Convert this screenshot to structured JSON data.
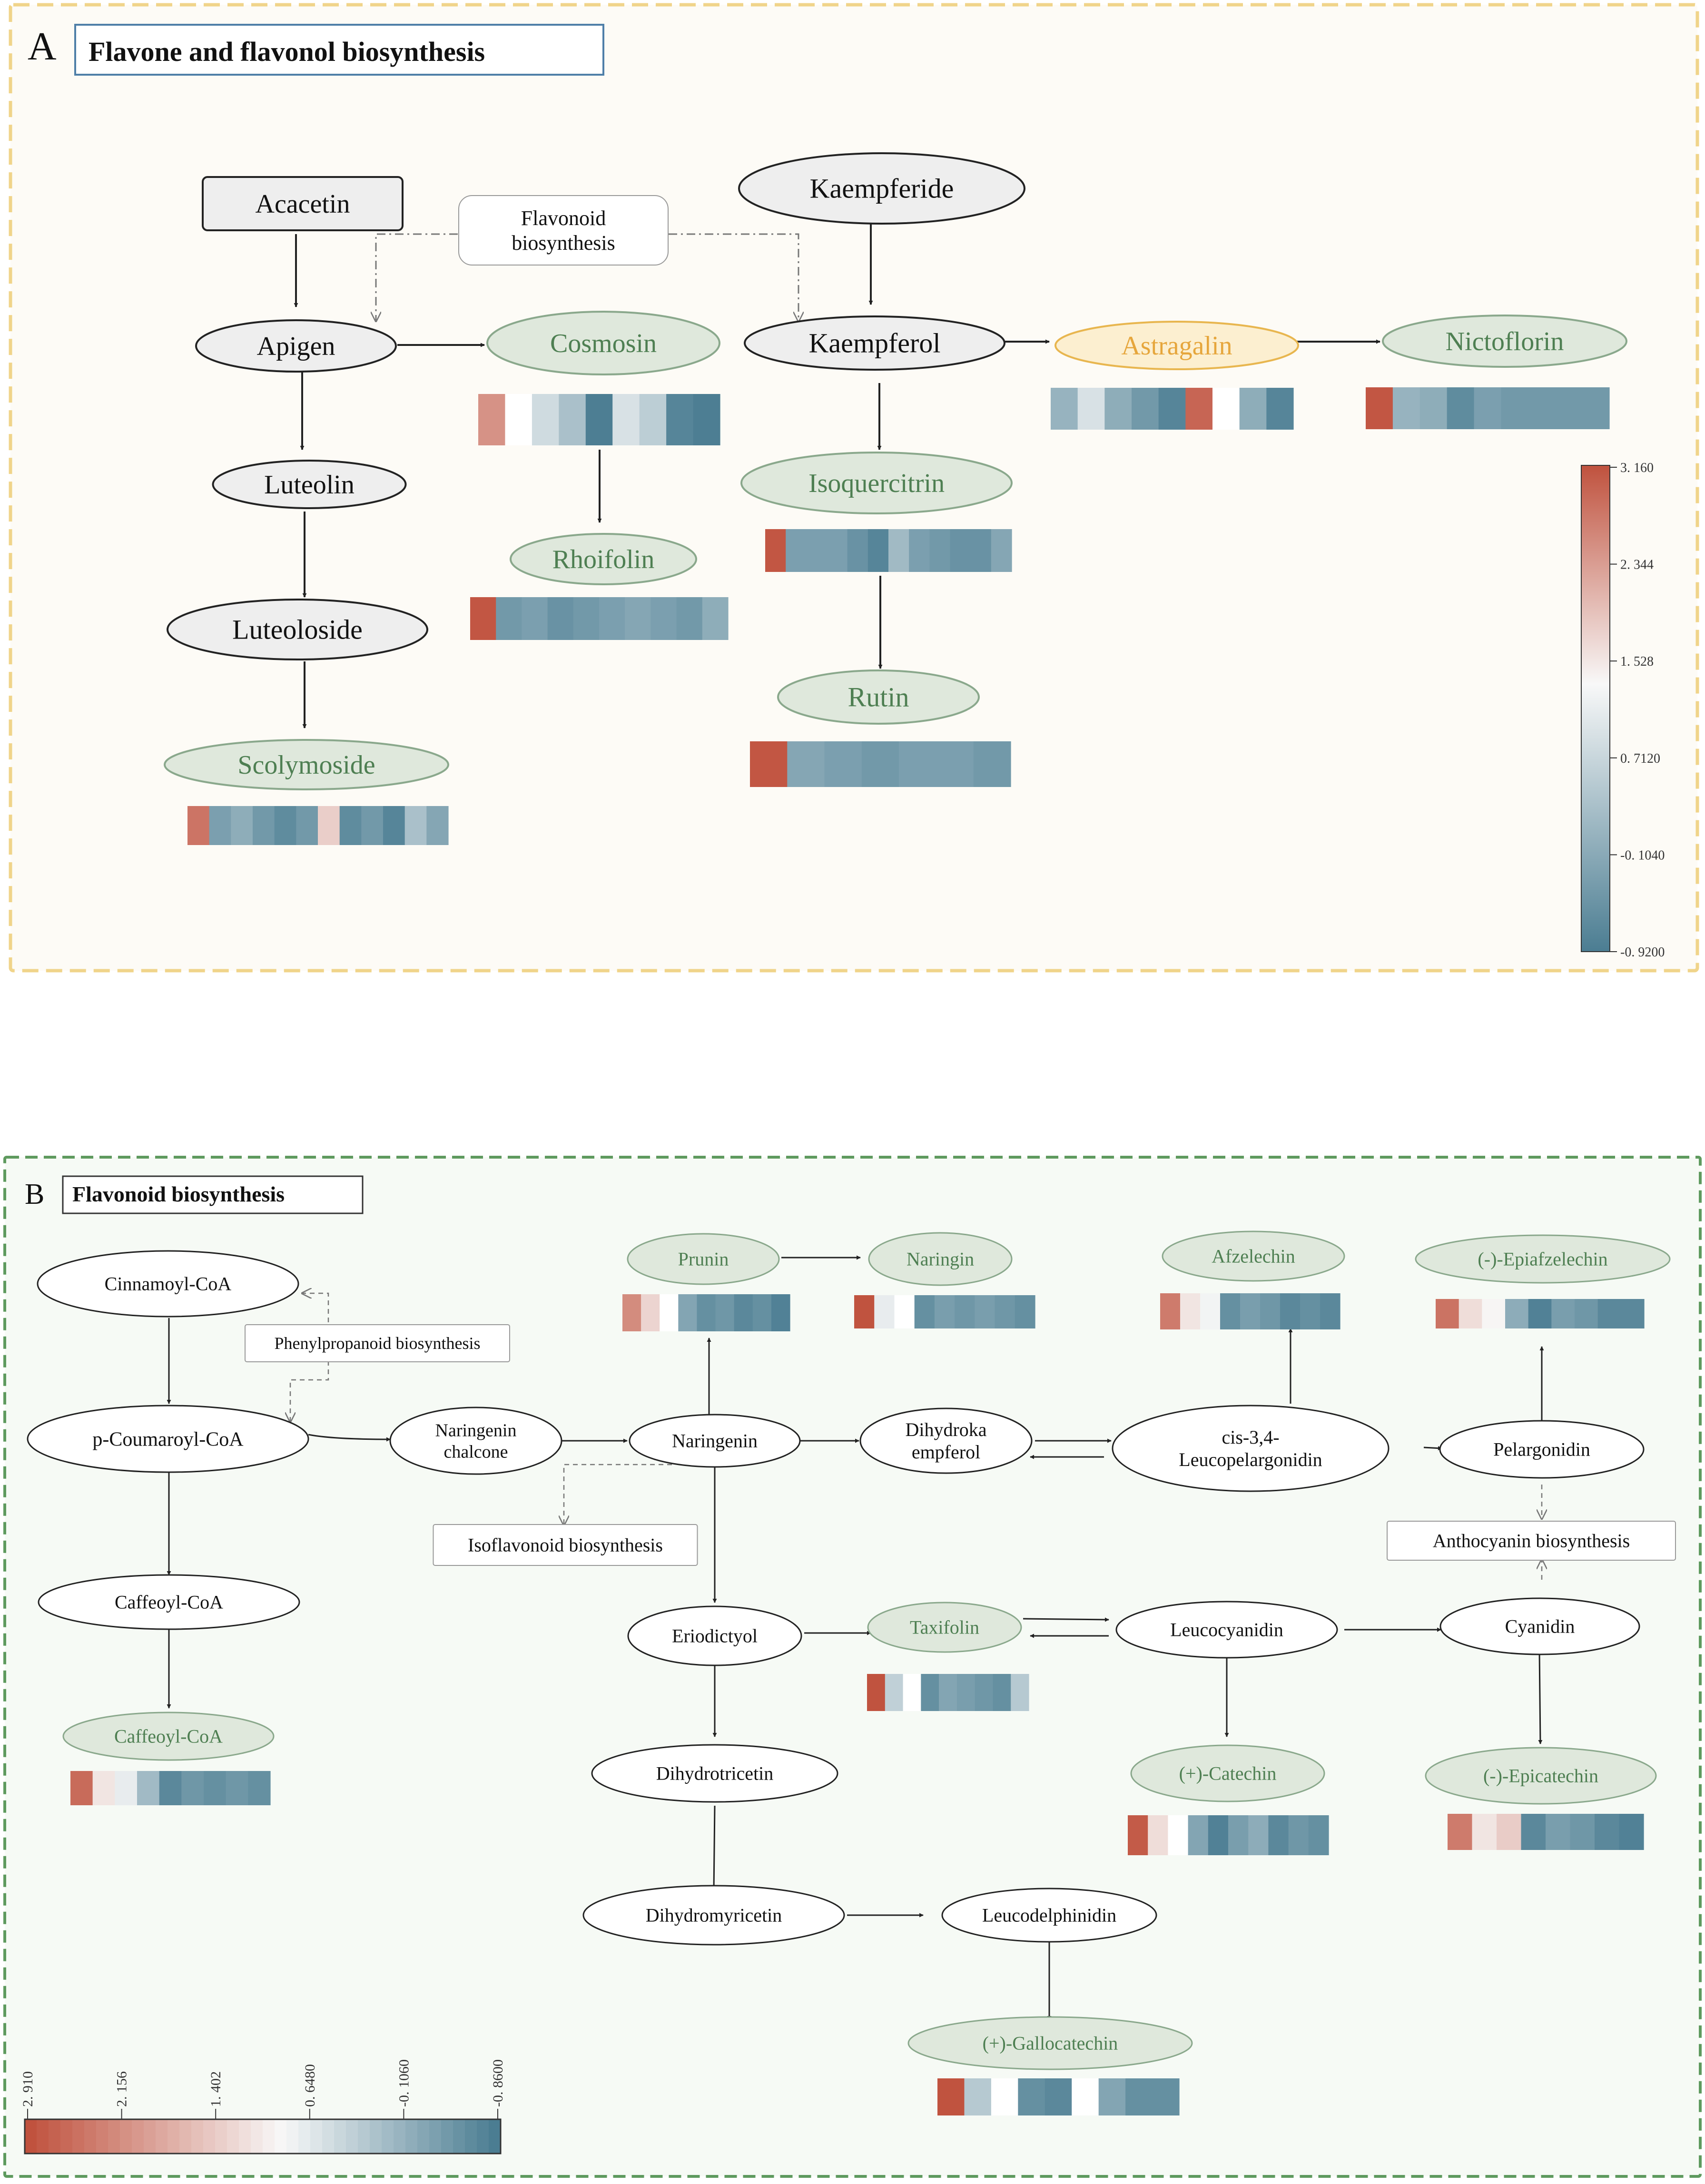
{
  "colors": {
    "panel_a_border": "#f0d48a",
    "panel_a_bg": "#fdfbf6",
    "panel_b_border": "#5e9a5e",
    "panel_b_bg": "#f6faf5",
    "node_fill_gray": "#eeeeee",
    "node_fill_green": "#dfe8dc",
    "node_fill_yellow": "#fcefd0",
    "node_fill_white": "#ffffff",
    "text_green": "#4e7f52",
    "text_orange": "#e6a63c",
    "heat_high": "#c0523e",
    "heat_mid": "#f8f8f8",
    "heat_low": "#4b7d92"
  },
  "panelA": {
    "label": "A",
    "title": "Flavone and flavonol biosynthesis",
    "colorbar_ticks": [
      "3. 160",
      "2. 344",
      "1. 528",
      "0. 7120",
      "-0. 1040",
      "-0. 9200"
    ],
    "nodes": [
      {
        "id": "acacetin",
        "label": "Acacetin",
        "shape": "rect",
        "style": "gray"
      },
      {
        "id": "flavonoid",
        "label": "Flavonoid\nbiosynthesis",
        "shape": "rrect",
        "style": "white"
      },
      {
        "id": "kaempferide",
        "label": "Kaempferide",
        "shape": "ellipse",
        "style": "gray"
      },
      {
        "id": "apigen",
        "label": "Apigen",
        "shape": "ellipse",
        "style": "gray"
      },
      {
        "id": "cosmosin",
        "label": "Cosmosin",
        "shape": "ellipse",
        "style": "green"
      },
      {
        "id": "kaempferol",
        "label": "Kaempferol",
        "shape": "ellipse",
        "style": "gray"
      },
      {
        "id": "astragalin",
        "label": "Astragalin",
        "shape": "ellipse",
        "style": "yellow"
      },
      {
        "id": "nictoflorin",
        "label": "Nictoflorin",
        "shape": "ellipse",
        "style": "green"
      },
      {
        "id": "luteolin",
        "label": "Luteolin",
        "shape": "ellipse",
        "style": "gray"
      },
      {
        "id": "isoquercitrin",
        "label": "Isoquercitrin",
        "shape": "ellipse",
        "style": "green"
      },
      {
        "id": "rhoifolin",
        "label": "Rhoifolin",
        "shape": "ellipse",
        "style": "green"
      },
      {
        "id": "luteoloside",
        "label": "Luteoloside",
        "shape": "ellipse",
        "style": "gray"
      },
      {
        "id": "rutin",
        "label": "Rutin",
        "shape": "ellipse",
        "style": "green"
      },
      {
        "id": "scolymoside",
        "label": "Scolymoside",
        "shape": "ellipse",
        "style": "green"
      }
    ],
    "heatmaps": [
      {
        "node": "cosmosin",
        "values": [
          2.3,
          null,
          0.5,
          0.1,
          -0.9,
          0.6,
          0.3,
          -0.8,
          -0.9
        ]
      },
      {
        "node": "astragalin",
        "values": [
          -0.1,
          0.6,
          -0.2,
          -0.5,
          -0.8,
          2.9,
          null,
          -0.2,
          -0.8
        ]
      },
      {
        "node": "nictoflorin",
        "values": [
          3.1,
          -0.1,
          -0.2,
          -0.7,
          -0.4,
          -0.5,
          -0.5,
          -0.5,
          -0.5
        ]
      },
      {
        "node": "isoquercitrin",
        "values": [
          3.1,
          -0.4,
          -0.4,
          -0.4,
          -0.6,
          -0.8,
          0.0,
          -0.4,
          -0.5,
          -0.6,
          -0.6,
          -0.3
        ]
      },
      {
        "node": "rhoifolin",
        "values": [
          3.1,
          -0.5,
          -0.4,
          -0.6,
          -0.5,
          -0.4,
          -0.3,
          -0.4,
          -0.5,
          -0.2
        ]
      },
      {
        "node": "rutin",
        "values": [
          3.1,
          -0.3,
          -0.4,
          -0.5,
          -0.4,
          -0.4,
          -0.5
        ]
      },
      {
        "node": "scolymoside",
        "values": [
          2.7,
          -0.4,
          -0.2,
          -0.5,
          -0.7,
          -0.5,
          1.5,
          -0.7,
          -0.5,
          -0.8,
          0.1,
          -0.3
        ]
      }
    ]
  },
  "panelB": {
    "label": "B",
    "title": "Flavonoid biosynthesis",
    "colorbar_ticks": [
      "2. 910",
      "2. 156",
      "1. 402",
      "0. 6480",
      "-0. 1060",
      "-0. 8600"
    ],
    "nodes": [
      {
        "id": "cinnamoyl",
        "label": "Cinnamoyl-CoA",
        "shape": "ellipse",
        "style": "white"
      },
      {
        "id": "phenylpropanoid",
        "label": "Phenylpropanoid biosynthesis",
        "shape": "rect",
        "style": "white"
      },
      {
        "id": "coumaroyl",
        "label": "p-Coumaroyl-CoA",
        "shape": "ellipse",
        "style": "white"
      },
      {
        "id": "chalcone",
        "label": "Naringenin\nchalcone",
        "shape": "ellipse",
        "style": "white"
      },
      {
        "id": "naringenin",
        "label": "Naringenin",
        "shape": "ellipse",
        "style": "white"
      },
      {
        "id": "dihydrokaempferol",
        "label": "Dihydroka\nempferol",
        "shape": "ellipse",
        "style": "white"
      },
      {
        "id": "leucopelargonidin",
        "label": "cis-3,4-\nLeucopelargonidin",
        "shape": "ellipse",
        "style": "white"
      },
      {
        "id": "pelargonidin",
        "label": "Pelargonidin",
        "shape": "ellipse",
        "style": "white"
      },
      {
        "id": "prunin",
        "label": "Prunin",
        "shape": "ellipse",
        "style": "green"
      },
      {
        "id": "naringin",
        "label": "Naringin",
        "shape": "ellipse",
        "style": "green"
      },
      {
        "id": "afzelechin",
        "label": "Afzelechin",
        "shape": "ellipse",
        "style": "green"
      },
      {
        "id": "epiafzelechin",
        "label": "(-)-Epiafzelechin",
        "shape": "ellipse",
        "style": "green"
      },
      {
        "id": "isoflavonoid",
        "label": "Isoflavonoid biosynthesis",
        "shape": "rect",
        "style": "white"
      },
      {
        "id": "anthocyanin",
        "label": "Anthocyanin biosynthesis",
        "shape": "rect",
        "style": "white"
      },
      {
        "id": "caffeoyl1",
        "label": "Caffeoyl-CoA",
        "shape": "ellipse",
        "style": "white"
      },
      {
        "id": "caffeoyl2",
        "label": "Caffeoyl-CoA",
        "shape": "ellipse",
        "style": "green"
      },
      {
        "id": "eriodictyol",
        "label": "Eriodictyol",
        "shape": "ellipse",
        "style": "white"
      },
      {
        "id": "taxifolin",
        "label": "Taxifolin",
        "shape": "ellipse",
        "style": "green"
      },
      {
        "id": "leucocyanidin",
        "label": "Leucocyanidin",
        "shape": "ellipse",
        "style": "white"
      },
      {
        "id": "cyanidin",
        "label": "Cyanidin",
        "shape": "ellipse",
        "style": "white"
      },
      {
        "id": "dihydrotricetin",
        "label": "Dihydrotricetin",
        "shape": "ellipse",
        "style": "white"
      },
      {
        "id": "catechin",
        "label": "(+)-Catechin",
        "shape": "ellipse",
        "style": "green"
      },
      {
        "id": "epicatechin",
        "label": "(-)-Epicatechin",
        "shape": "ellipse",
        "style": "green"
      },
      {
        "id": "dihydromyricetin",
        "label": "Dihydromyricetin",
        "shape": "ellipse",
        "style": "white"
      },
      {
        "id": "leucodelphinidin",
        "label": "Leucodelphinidin",
        "shape": "ellipse",
        "style": "white"
      },
      {
        "id": "gallocatechin",
        "label": "(+)-Gallocatechin",
        "shape": "ellipse",
        "style": "green"
      }
    ],
    "heatmaps": [
      {
        "node": "prunin",
        "values": [
          2.2,
          1.3,
          null,
          -0.3,
          -0.6,
          -0.5,
          -0.7,
          -0.6,
          -0.8
        ]
      },
      {
        "node": "naringin",
        "values": [
          2.9,
          0.7,
          null,
          -0.6,
          -0.4,
          -0.5,
          -0.4,
          -0.5,
          -0.6
        ]
      },
      {
        "node": "afzelechin",
        "values": [
          2.4,
          1.1,
          0.8,
          -0.6,
          -0.4,
          -0.5,
          -0.7,
          -0.6,
          -0.7
        ]
      },
      {
        "node": "epiafzelechin",
        "values": [
          2.5,
          1.2,
          0.9,
          -0.2,
          -0.8,
          -0.4,
          -0.5,
          -0.7,
          -0.7
        ]
      },
      {
        "node": "caffeoyl2",
        "values": [
          2.6,
          1.1,
          0.7,
          0.0,
          -0.7,
          -0.5,
          -0.6,
          -0.5,
          -0.6
        ]
      },
      {
        "node": "taxifolin",
        "values": [
          2.9,
          0.3,
          null,
          -0.6,
          -0.3,
          -0.4,
          -0.5,
          -0.6,
          0.2
        ]
      },
      {
        "node": "catechin",
        "values": [
          2.8,
          1.2,
          null,
          -0.3,
          -0.8,
          -0.4,
          -0.2,
          -0.7,
          -0.5,
          -0.6
        ]
      },
      {
        "node": "epicatechin",
        "values": [
          2.4,
          1.1,
          1.4,
          -0.7,
          -0.4,
          -0.5,
          -0.7,
          -0.8
        ]
      },
      {
        "node": "gallocatechin",
        "values": [
          2.9,
          0.2,
          null,
          -0.6,
          -0.7,
          null,
          -0.3,
          -0.6,
          -0.6
        ]
      }
    ]
  }
}
